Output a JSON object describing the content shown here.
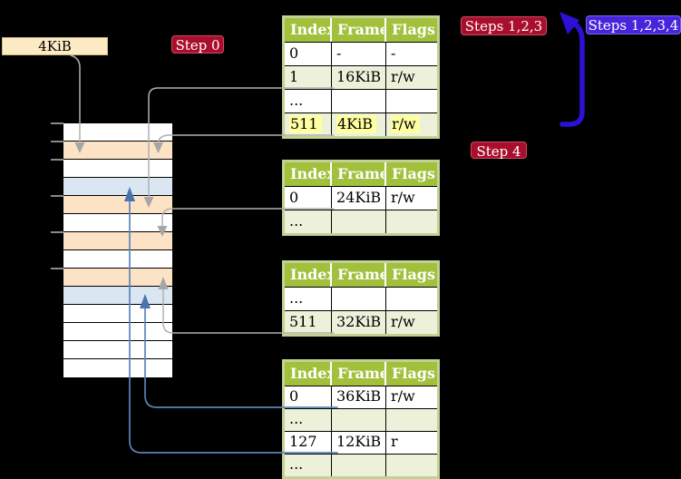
{
  "label_4kib": {
    "text": "4KiB"
  },
  "badges": {
    "step0": {
      "text": "Step 0",
      "color": "#a90f2d"
    },
    "steps123": {
      "text": "Steps 1,2,3",
      "color": "#a90f2d"
    },
    "steps1234": {
      "text": "Steps 1,2,3,4",
      "color": "#4526da"
    },
    "step4": {
      "text": "Step 4",
      "color": "#a90f2d"
    }
  },
  "tables": [
    {
      "name": "page-table-at-4kib",
      "headers": [
        "Index",
        "Frame",
        "Flags"
      ],
      "rows": [
        {
          "cells": [
            "0",
            "-",
            "-"
          ],
          "shade": false,
          "highlight": false
        },
        {
          "cells": [
            "1",
            "16KiB",
            "r/w"
          ],
          "shade": true,
          "highlight": false
        },
        {
          "cells": [
            "...",
            "",
            ""
          ],
          "shade": false,
          "highlight": false
        },
        {
          "cells": [
            "511",
            "4KiB",
            "r/w"
          ],
          "shade": true,
          "highlight": true
        }
      ]
    },
    {
      "name": "page-table-at-16kib",
      "headers": [
        "Index",
        "Frame",
        "Flags"
      ],
      "rows": [
        {
          "cells": [
            "0",
            "24KiB",
            "r/w"
          ],
          "shade": false,
          "highlight": false
        },
        {
          "cells": [
            "...",
            "",
            ""
          ],
          "shade": true,
          "highlight": false
        }
      ]
    },
    {
      "name": "page-table-at-24kib",
      "headers": [
        "Index",
        "Frame",
        "Flags"
      ],
      "rows": [
        {
          "cells": [
            "...",
            "",
            ""
          ],
          "shade": false,
          "highlight": false
        },
        {
          "cells": [
            "511",
            "32KiB",
            "r/w"
          ],
          "shade": true,
          "highlight": false
        }
      ]
    },
    {
      "name": "page-table-at-32kib",
      "headers": [
        "Index",
        "Frame",
        "Flags"
      ],
      "rows": [
        {
          "cells": [
            "0",
            "36KiB",
            "r/w"
          ],
          "shade": false,
          "highlight": false
        },
        {
          "cells": [
            "...",
            "",
            ""
          ],
          "shade": true,
          "highlight": false
        },
        {
          "cells": [
            "127",
            "12KiB",
            "r"
          ],
          "shade": false,
          "highlight": false
        },
        {
          "cells": [
            "...",
            "",
            ""
          ],
          "shade": true,
          "highlight": false
        }
      ]
    }
  ],
  "memory": {
    "rows": [
      "free",
      "table",
      "free",
      "page",
      "table",
      "free",
      "table",
      "free",
      "table",
      "page",
      "free",
      "free",
      "free",
      "free"
    ]
  },
  "colors": {
    "background": "#000000",
    "table_header_green": "#a1c03c",
    "table_row_light_green": "#eef1da",
    "table_border_green": "#c2d293",
    "highlight_yellow": "#feffa0",
    "frame_page_table_orange": "#fce3c6",
    "frame_mapped_page_blue": "#dbe6f3",
    "frame_free_white": "#ffffff",
    "badge_red": "#a90f2d",
    "badge_purple": "#4526da",
    "label_cream": "#fcebc4",
    "connector_gray": "#b0b0b0",
    "connector_blue": "#5b84b8",
    "loop_arrow_blue": "#2b11d6"
  }
}
